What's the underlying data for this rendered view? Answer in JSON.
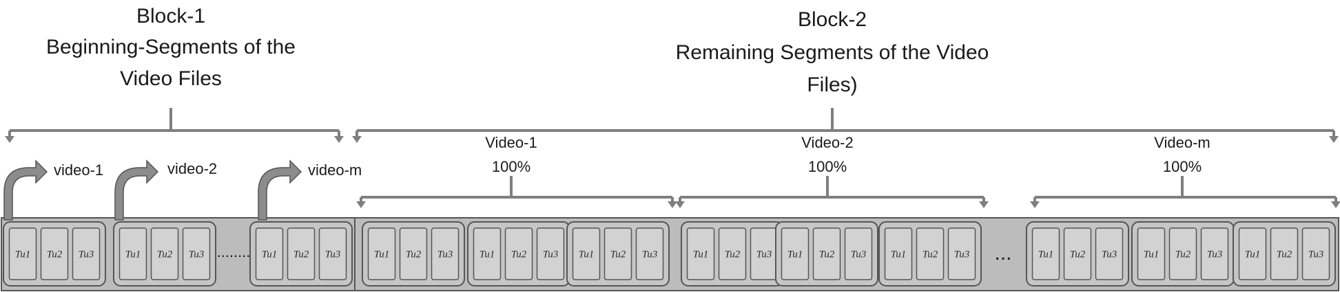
{
  "block1": {
    "line1": "Block-1",
    "line2": "Beginning-Segments of the",
    "line3": "Video Files"
  },
  "block2": {
    "line1": "Block-2",
    "line2": "Remaining Segments of the Video",
    "line3": "Files)"
  },
  "arrow_labels": [
    "video-1",
    "video-2",
    "video-m"
  ],
  "block1_ellipsis": ".........",
  "block2_ellipsis": "...",
  "videos": [
    {
      "name": "Video-1",
      "pct": "100%"
    },
    {
      "name": "Video-2",
      "pct": "100%"
    },
    {
      "name": "Video-m",
      "pct": "100%"
    }
  ],
  "tu_labels": [
    "Tu1",
    "Tu2",
    "Tu3"
  ],
  "colors": {
    "line": "#7f7f7f",
    "strip": "#bcbcbc",
    "cell": "#d2d2d2",
    "group": "#c6c6c6",
    "border": "#555555"
  }
}
